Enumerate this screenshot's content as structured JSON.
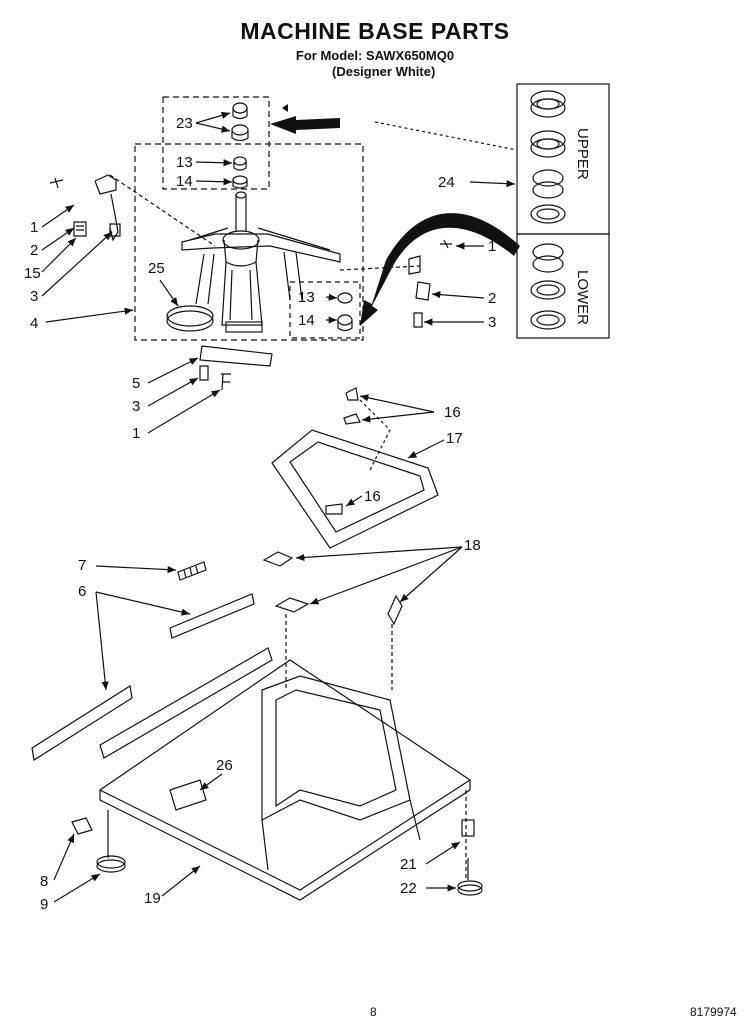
{
  "header": {
    "title": "MACHINE BASE PARTS",
    "model_line": "For Model: SAWX650MQ0",
    "variant_line": "(Designer White)"
  },
  "inset": {
    "upper_label": "UPPER",
    "lower_label": "LOWER"
  },
  "callouts": {
    "c1a": "1",
    "c2a": "2",
    "c15": "15",
    "c3a": "3",
    "c4": "4",
    "c25": "25",
    "c23": "23",
    "c13a": "13",
    "c14a": "14",
    "c24": "24",
    "c13b": "13",
    "c14b": "14",
    "c1b": "1",
    "c2b": "2",
    "c3b": "3",
    "c5": "5",
    "c3c": "3",
    "c1c": "1",
    "c16a": "16",
    "c17": "17",
    "c16b": "16",
    "c18": "18",
    "c7": "7",
    "c6": "6",
    "c26": "26",
    "c8": "8",
    "c9": "9",
    "c19": "19",
    "c21": "21",
    "c22": "22"
  },
  "footer": {
    "page_number": "8",
    "document_number": "8179974"
  }
}
